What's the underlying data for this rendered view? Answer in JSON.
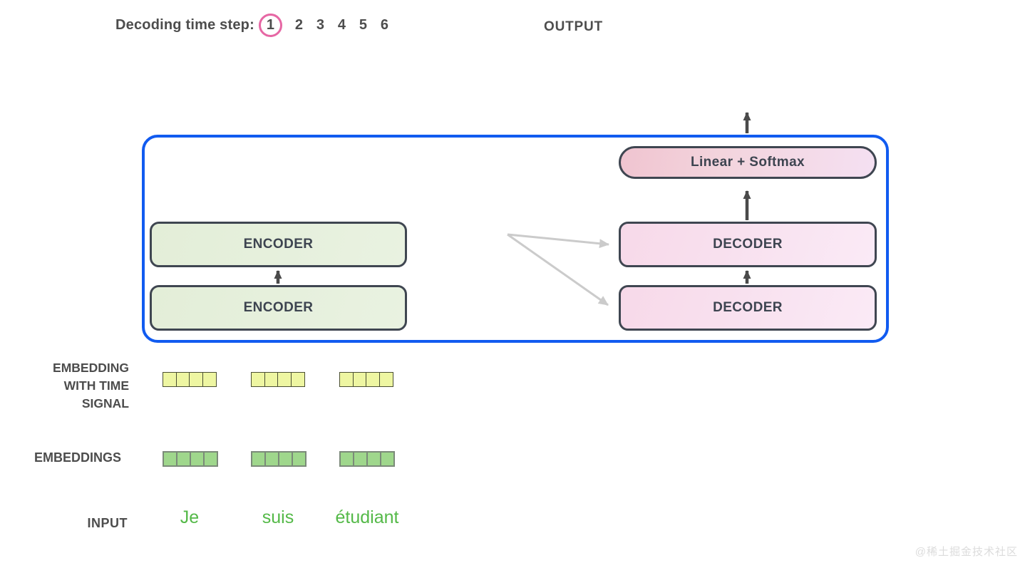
{
  "header": {
    "decoding_label": "Decoding time step:",
    "steps": [
      "1",
      "2",
      "3",
      "4",
      "5",
      "6"
    ],
    "active_step": "1",
    "output_label": "OUTPUT"
  },
  "diagram": {
    "linear_softmax_label": "Linear + Softmax",
    "encoders": [
      {
        "label": "ENCODER"
      },
      {
        "label": "ENCODER"
      }
    ],
    "decoders": [
      {
        "label": "DECODER"
      },
      {
        "label": "DECODER"
      }
    ]
  },
  "rows": {
    "embedding_time_label": "EMBEDDING\nWITH TIME\nSIGNAL",
    "embeddings_label": "EMBEDDINGS",
    "input_label": "INPUT",
    "tokens": [
      "Je",
      "suis",
      "étudiant"
    ],
    "cells_per_token": 4
  },
  "watermark": "@稀土掘金技术社区",
  "colors": {
    "accent_blue": "#115bf0",
    "accent_pink": "#e667a4",
    "box_border": "#3f4651",
    "encoder_fill": "#e6efdd",
    "decoder_fill": "#f7dce b",
    "embedding_yellow": "#eef6a2",
    "embedding_green": "#9fd78c",
    "token_green": "#54b948",
    "gray_arrow": "#cbcbcb",
    "dark_arrow": "#4a4a4a"
  }
}
